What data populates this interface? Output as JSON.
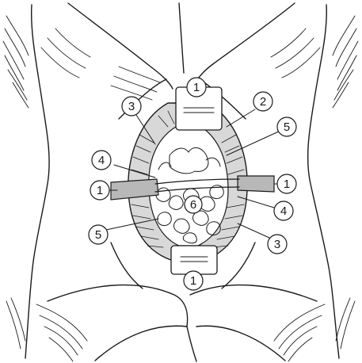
{
  "figure": {
    "labels": [
      "1",
      "1",
      "1",
      "1",
      "2",
      "3",
      "3",
      "4",
      "4",
      "5",
      "5",
      "6"
    ]
  },
  "colors": {
    "ink": "#1a1a1a",
    "background": "#ffffff",
    "shading": "#8a8a8a"
  }
}
